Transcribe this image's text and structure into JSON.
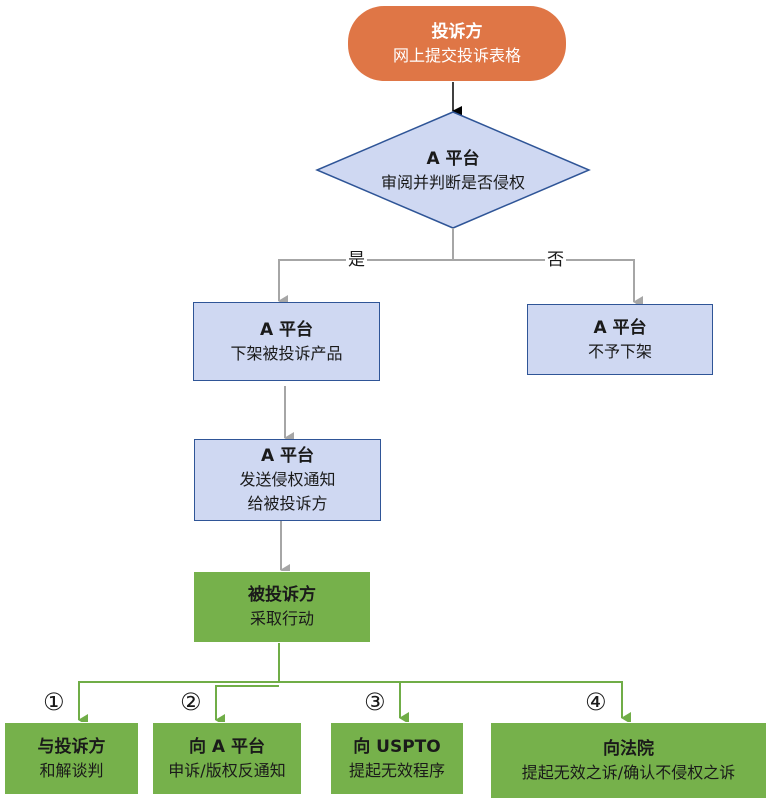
{
  "nodes": {
    "start": {
      "title": "投诉方",
      "subtitle": "网上提交投诉表格"
    },
    "decision": {
      "title": "A 平台",
      "subtitle": "审阅并判断是否侵权"
    },
    "remove": {
      "title": "A 平台",
      "subtitle": "下架被投诉产品"
    },
    "no_remove": {
      "title": "A 平台",
      "subtitle": "不予下架"
    },
    "notify": {
      "title": "A 平台",
      "lines": [
        "发送侵权通知",
        "给被投诉方"
      ]
    },
    "respondent": {
      "title": "被投诉方",
      "subtitle": "采取行动"
    },
    "options": [
      {
        "marker": "①",
        "title": "与投诉方",
        "subtitle": "和解谈判"
      },
      {
        "marker": "②",
        "title": "向 A 平台",
        "subtitle": "申诉/版权反通知"
      },
      {
        "marker": "③",
        "title": "向 USPTO",
        "subtitle": "提起无效程序"
      },
      {
        "marker": "④",
        "title": "向法院",
        "subtitle": "提起无效之诉/确认不侵权之诉"
      }
    ]
  },
  "edge_labels": {
    "yes": "是",
    "no": "否"
  },
  "colors": {
    "start_fill": "#df7646",
    "blue_fill": "#cfd8f2",
    "blue_border": "#2f5597",
    "green_fill": "#76b14b",
    "gray_line": "#a6a6a6",
    "green_line": "#70ad47"
  }
}
